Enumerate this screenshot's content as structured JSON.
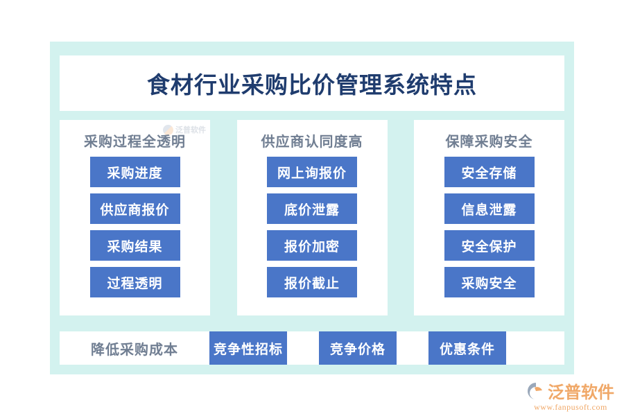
{
  "theme": {
    "panel_bg": "#d3f2ef",
    "card_bg": "#ffffff",
    "chip_bg": "#4a76c8",
    "chip_text": "#ffffff",
    "title_color": "#1f3c6e",
    "head_color": "#707e92",
    "logo_color": "#f0a868"
  },
  "header": {
    "title": "食材行业采购比价管理系统特点"
  },
  "columns": [
    {
      "heading": "采购过程全透明",
      "items": [
        "采购进度",
        "供应商报价",
        "采购结果",
        "过程透明"
      ]
    },
    {
      "heading": "供应商认同度高",
      "items": [
        "网上询报价",
        "底价泄露",
        "报价加密",
        "报价截止"
      ]
    },
    {
      "heading": "保障采购安全",
      "items": [
        "安全存储",
        "信息泄露",
        "安全保护",
        "采购安全"
      ]
    }
  ],
  "bottom": {
    "label": "降低采购成本",
    "items": [
      "竞争性招标",
      "竞争价格",
      "优惠条件"
    ]
  },
  "watermark": {
    "text": "泛普软件"
  },
  "logo": {
    "name": "泛普软件",
    "url": "www.fanpusoft.com"
  }
}
